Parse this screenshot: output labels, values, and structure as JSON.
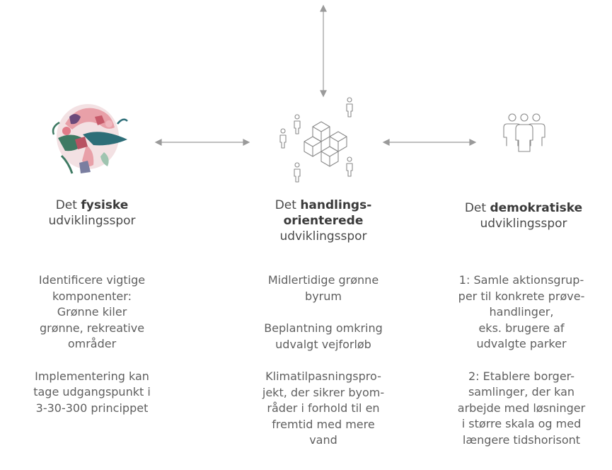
{
  "columns": {
    "physical": {
      "title_prefix": "Det",
      "title_bold": "fysiske",
      "title_suffix": "udviklingsspor",
      "paragraphs": [
        [
          "Identificere vigtige",
          "komponenter:",
          "Grønne kiler",
          "grønne, rekreative",
          "områder"
        ],
        [
          "Implementering kan",
          "tage udgangspunkt i",
          "3-30-300 princippet"
        ]
      ]
    },
    "action": {
      "title_prefix": "Det",
      "title_bold_1": "handlings-",
      "title_bold_2": "orienterede",
      "title_suffix": "udviklingsspor",
      "paragraphs": [
        [
          "Midlertidige grønne",
          "byrum"
        ],
        [
          "Beplantning omkring",
          "udvalgt vejforløb"
        ],
        [
          "Klimatilpasningspro-",
          "jekt, der sikrer byom-",
          "råder i forhold til en",
          "fremtid med mere",
          "vand"
        ]
      ]
    },
    "democratic": {
      "title_prefix": "Det",
      "title_bold": "demokratiske",
      "title_suffix": "udviklingsspor",
      "paragraphs": [
        [
          "1: Samle aktionsgrup-",
          "per til konkrete prøve-",
          "handlinger,",
          "eks. brugere af",
          "udvalgte parker"
        ],
        [
          "2: Etablere borger-",
          "samlinger, der kan",
          "arbejde med løsninger",
          "i større skala og med",
          "længere tidshorisont"
        ]
      ]
    }
  },
  "icons": {
    "physical": "green-map-collage-icon",
    "action": "cubes-with-people-icon",
    "democratic": "three-people-icon"
  },
  "colors": {
    "arrow": "#9a9a9a",
    "icon_line": "#8a8a8a",
    "text": "#5f5f5f",
    "collage_pink": "#e8a0a8",
    "collage_green": "#3f7a63",
    "collage_teal": "#2d6e78",
    "collage_purple": "#6b4a7a"
  }
}
